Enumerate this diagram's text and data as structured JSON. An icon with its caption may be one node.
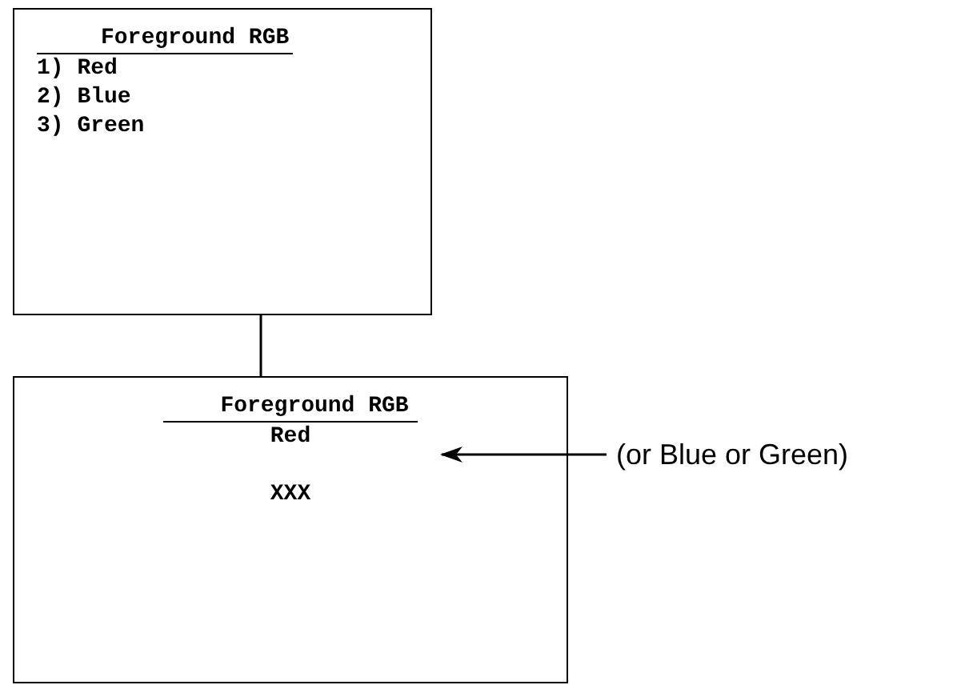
{
  "diagram": {
    "nodes": [
      {
        "text": [
          "Foreground RGB",
          "1) Red",
          "2) Blue",
          "3) Green"
        ]
      },
      {
        "text": [
          "Foreground RGB",
          "Red",
          "XXX"
        ]
      },
      {
        "text": [
          "(or Blue or Green)"
        ]
      }
    ],
    "edges": [
      {
        "from": 0,
        "to": 1,
        "arrow": "none"
      },
      {
        "from": 2,
        "to": 1,
        "arrow": "to"
      }
    ]
  }
}
